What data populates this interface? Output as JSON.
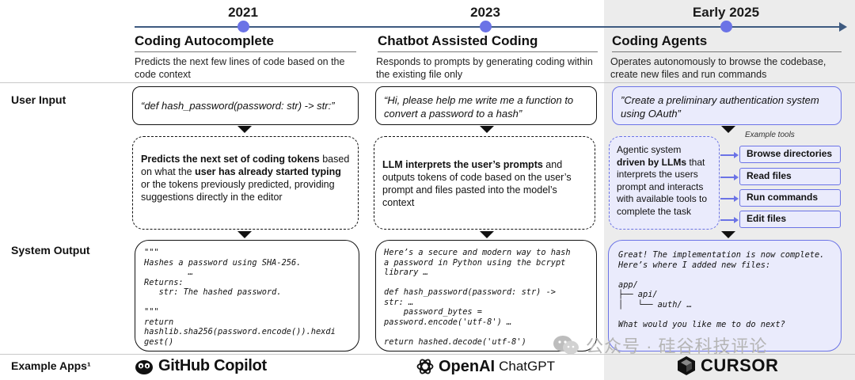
{
  "timeline": {
    "years": [
      "2021",
      "2023",
      "Early 2025"
    ]
  },
  "columns": [
    {
      "title": "Coding Autocomplete",
      "description": "Predicts the next few lines of code based on the code context",
      "input": "“def hash_password(password: str) -> str:”",
      "process": {
        "parts": [
          {
            "text": "Predicts the next set of coding tokens",
            "bold": true
          },
          {
            "text": " based on what the ",
            "bold": false
          },
          {
            "text": "user has already started typing",
            "bold": true
          },
          {
            "text": " or the tokens previously predicted, providing suggestions directly in the editor",
            "bold": false
          }
        ]
      },
      "output": "\"\"\"\nHashes a password using SHA-256.\n         …\nReturns:\n   str: The hashed password.\n\n\"\"\"\nreturn\nhashlib.sha256(password.encode()).hexdi\ngest()",
      "app": "GitHub Copilot"
    },
    {
      "title": "Chatbot Assisted Coding",
      "description": "Responds to prompts by generating coding within the existing file only",
      "input": "“Hi, please help me write me a function to convert a password to a hash”",
      "process": {
        "parts": [
          {
            "text": "LLM interprets the user’s prompts",
            "bold": true
          },
          {
            "text": " and outputs tokens of code based on the user’s prompt and files pasted into the model’s context",
            "bold": false
          }
        ]
      },
      "output": "Here’s a secure and modern way to hash\na password in Python using the bcrypt\nlibrary …\n\ndef hash_password(password: str) ->\nstr: …\n    password_bytes =\npassword.encode('utf-8') …\n\nreturn hashed.decode('utf-8')",
      "app": "OpenAI ChatGPT",
      "app_brand": "OpenAI",
      "app_product": "ChatGPT"
    },
    {
      "title": "Coding Agents",
      "description": "Operates autonomously to browse the codebase, create new files and run commands",
      "input": "”Create a preliminary authentication system using OAuth”",
      "process": {
        "parts": [
          {
            "text": "Agentic system ",
            "bold": false
          },
          {
            "text": "driven by LLMs",
            "bold": true
          },
          {
            "text": " that interprets the users prompt and interacts with available tools to complete the task",
            "bold": false
          }
        ]
      },
      "tools_label": "Example tools",
      "tools": [
        "Browse directories",
        "Read files",
        "Run commands",
        "Edit files"
      ],
      "output": "Great! The implementation is now complete.\nHere’s where I added new files:\n\napp/\n├── api/\n│   └── auth/ …\n\nWhat would you like me to do next?",
      "app": "CURSOR"
    }
  ],
  "row_labels": {
    "input": "User Input",
    "output": "System Output",
    "apps": "Example Apps¹"
  },
  "watermark": "公众号 · 硅谷科技评论",
  "colors": {
    "accent": "#6b73e6",
    "accent_fill": "#eaebfc",
    "timeline": "#3e5a80",
    "shade": "#ececec"
  }
}
